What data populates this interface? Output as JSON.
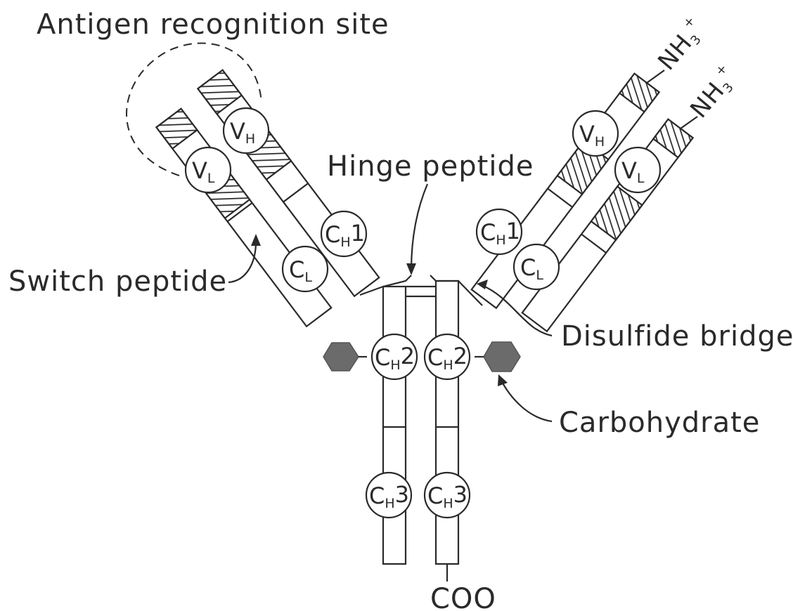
{
  "labels": {
    "antigen_site": "Antigen recognition site",
    "hinge": "Hinge peptide",
    "switch": "Switch peptide",
    "disulfide": "Disulfide bridge",
    "carbohydrate": "Carbohydrate",
    "coo": "COO",
    "nh3_a": "NH",
    "nh3_a_sub": "3",
    "nh3_a_sup": "+",
    "nh3_b": "NH",
    "nh3_b_sub": "3",
    "nh3_b_sup": "+"
  },
  "domains": {
    "left_vh": {
      "main": "V",
      "sub": "H"
    },
    "left_vl": {
      "main": "V",
      "sub": "L"
    },
    "left_ch1": {
      "main": "C",
      "sub": "H",
      "suffix": "1"
    },
    "left_cl": {
      "main": "C",
      "sub": "L"
    },
    "right_vh": {
      "main": "V",
      "sub": "H"
    },
    "right_vl": {
      "main": "V",
      "sub": "L"
    },
    "right_ch1": {
      "main": "C",
      "sub": "H",
      "suffix": "1"
    },
    "right_cl": {
      "main": "C",
      "sub": "L"
    },
    "left_ch2": {
      "main": "C",
      "sub": "H",
      "suffix": "2"
    },
    "right_ch2": {
      "main": "C",
      "sub": "H",
      "suffix": "2"
    },
    "left_ch3": {
      "main": "C",
      "sub": "H",
      "suffix": "3"
    },
    "right_ch3": {
      "main": "C",
      "sub": "H",
      "suffix": "3"
    }
  },
  "colors": {
    "ink": "#2a2a2a",
    "carbohydrate": "#6b6b6b",
    "hatch": "#2a2a2a"
  }
}
